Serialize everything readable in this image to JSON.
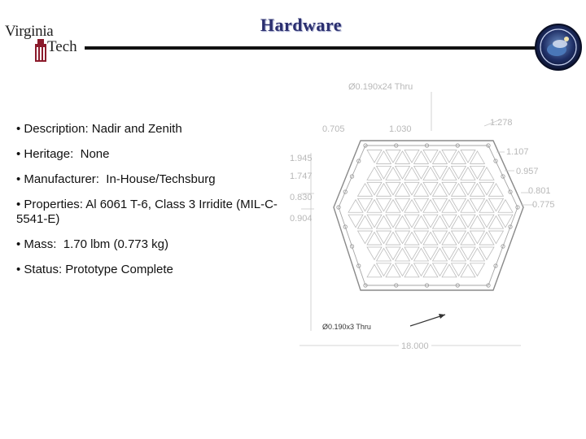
{
  "header": {
    "title": "Hardware",
    "logo": {
      "word1": "Virginia",
      "word2": "Tech",
      "icon": "hokie-tower-icon",
      "accent": "#8b1a2b"
    },
    "badge_icon": "mission-patch-icon",
    "rule_color": "#111111",
    "title_color": "#2b2f6f"
  },
  "bullets": [
    "• Description: Nadir and Zenith",
    "• Heritage:  None",
    "• Manufacturer:  In-House/Techsburg",
    "• Properties: Al 6061 T-6, Class 3 Irridite (MIL-C-5541-E)",
    "• Mass:  1.70 lbm (0.773 kg)",
    "• Status: Prototype Complete"
  ],
  "drawing": {
    "dims": {
      "top_callout": "Ø0.190x24  Thru",
      "d0705": "0.705",
      "d1030": "1.030",
      "d1278": "1.278",
      "d1107": "1.107",
      "d0957": "0.957",
      "d0801": "0.801",
      "d0775": "0.775",
      "d1945": "1.945",
      "d1747": "1.747",
      "d0830": "0.830",
      "d0904": "0.904",
      "bottom_callout": "Ø0.190x3 Thru",
      "width": "18.000"
    }
  }
}
